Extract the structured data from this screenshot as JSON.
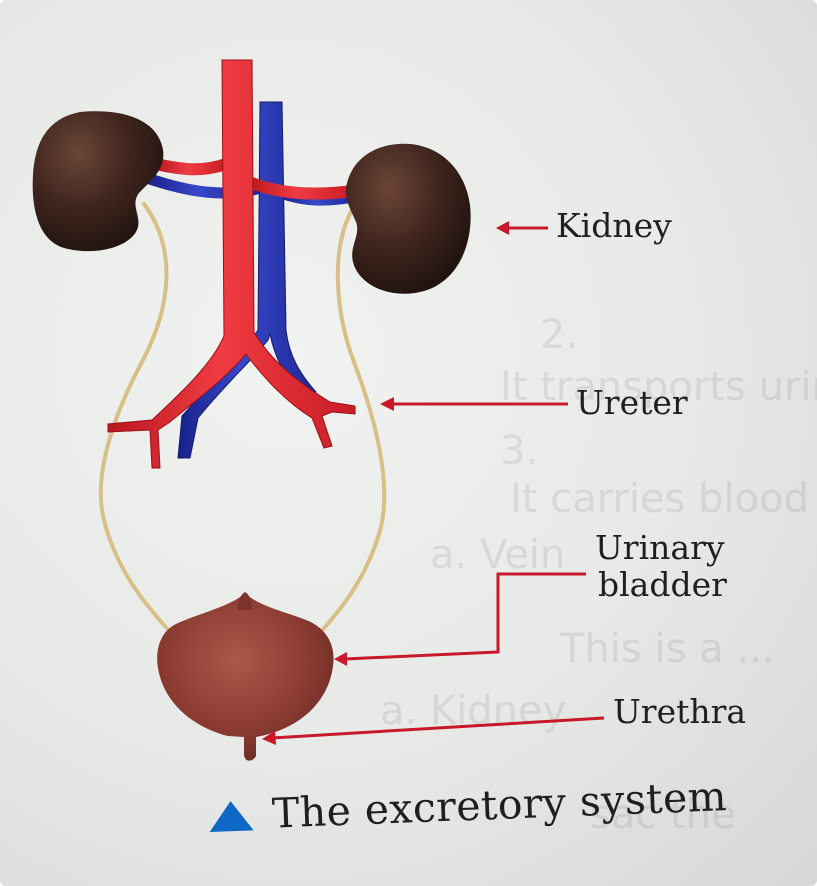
{
  "labels": {
    "kidney": "Kidney",
    "ureter": "Ureter",
    "urinary_bladder_line1": "Urinary",
    "urinary_bladder_line2": "bladder",
    "urethra": "Urethra"
  },
  "caption": {
    "text": "The excretory system",
    "marker": "blue-triangle"
  },
  "colors": {
    "artery": "#e3242b",
    "vein": "#2533a6",
    "kidney": "#4a2b22",
    "ureter": "#d9c18f",
    "bladder": "#8c3f33",
    "leader": "#c9182a",
    "caption_marker": "#0f67c6"
  },
  "icons": {
    "caption_marker": "triangle-up-icon",
    "pointer": "arrowhead-icon"
  }
}
